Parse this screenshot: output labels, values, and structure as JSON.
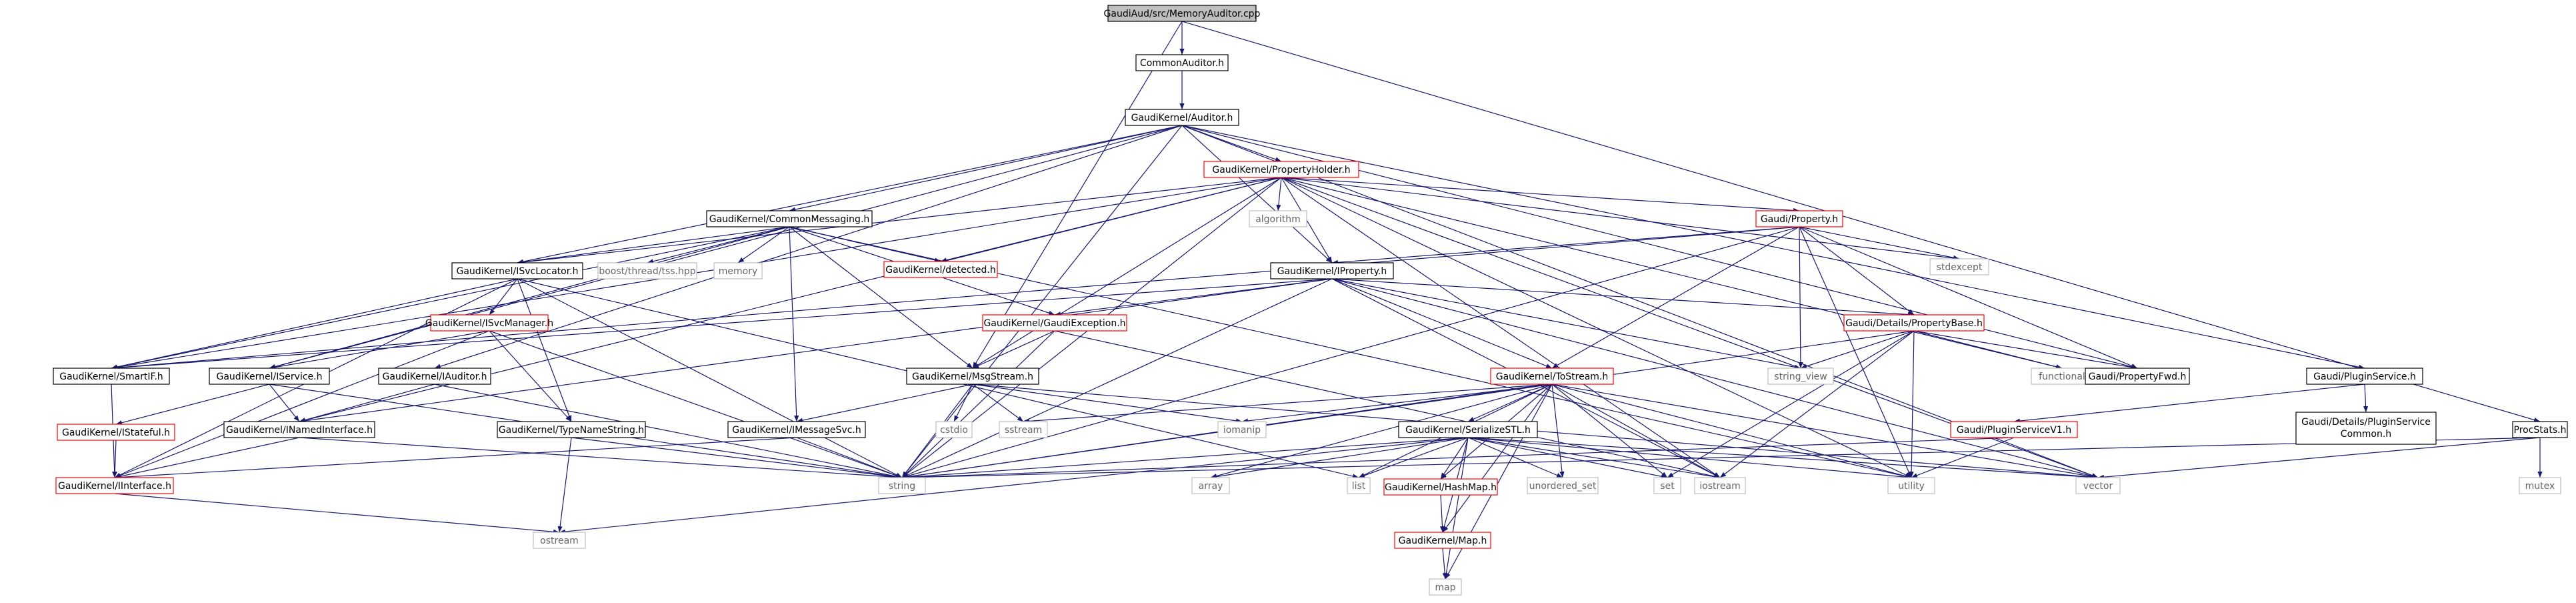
{
  "nodes": [
    {
      "id": "root",
      "label": "GaudiAud/src/MemoryAuditor.cpp",
      "kind": "root"
    },
    {
      "id": "commonauditor",
      "label": "CommonAuditor.h",
      "kind": "doc"
    },
    {
      "id": "auditor",
      "label": "GaudiKernel/Auditor.h",
      "kind": "doc"
    },
    {
      "id": "procstats",
      "label": "ProcStats.h",
      "kind": "doc"
    },
    {
      "id": "propertyholder",
      "label": "GaudiKernel/PropertyHolder.h",
      "kind": "trunc"
    },
    {
      "id": "commonmessaging",
      "label": "GaudiKernel/CommonMessaging.h",
      "kind": "doc"
    },
    {
      "id": "algorithm",
      "label": "algorithm",
      "kind": "sys"
    },
    {
      "id": "property",
      "label": "Gaudi/Property.h",
      "kind": "trunc"
    },
    {
      "id": "stdexcept",
      "label": "stdexcept",
      "kind": "sys"
    },
    {
      "id": "isvclocator",
      "label": "GaudiKernel/ISvcLocator.h",
      "kind": "doc"
    },
    {
      "id": "boostthread",
      "label": "boost/thread/tss.hpp",
      "kind": "sys"
    },
    {
      "id": "memory",
      "label": "memory",
      "kind": "sys"
    },
    {
      "id": "detected",
      "label": "GaudiKernel/detected.h",
      "kind": "trunc"
    },
    {
      "id": "iproperty",
      "label": "GaudiKernel/IProperty.h",
      "kind": "doc"
    },
    {
      "id": "isvcmanager",
      "label": "GaudiKernel/ISvcManager.h",
      "kind": "trunc"
    },
    {
      "id": "gaudiexception",
      "label": "GaudiKernel/GaudiException.h",
      "kind": "trunc"
    },
    {
      "id": "propertybase",
      "label": "Gaudi/Details/PropertyBase.h",
      "kind": "trunc"
    },
    {
      "id": "smartif",
      "label": "GaudiKernel/SmartIF.h",
      "kind": "doc"
    },
    {
      "id": "iservice",
      "label": "GaudiKernel/IService.h",
      "kind": "doc"
    },
    {
      "id": "iauditor",
      "label": "GaudiKernel/IAuditor.h",
      "kind": "doc"
    },
    {
      "id": "msgstream",
      "label": "GaudiKernel/MsgStream.h",
      "kind": "doc"
    },
    {
      "id": "tostream",
      "label": "GaudiKernel/ToStream.h",
      "kind": "trunc"
    },
    {
      "id": "stringview",
      "label": "string_view",
      "kind": "sys"
    },
    {
      "id": "functional",
      "label": "functional",
      "kind": "sys"
    },
    {
      "id": "propertyfwd",
      "label": "Gaudi/PropertyFwd.h",
      "kind": "doc"
    },
    {
      "id": "pluginservice",
      "label": "Gaudi/PluginService.h",
      "kind": "doc"
    },
    {
      "id": "istateful",
      "label": "GaudiKernel/IStateful.h",
      "kind": "trunc"
    },
    {
      "id": "inamedinterface",
      "label": "GaudiKernel/INamedInterface.h",
      "kind": "doc"
    },
    {
      "id": "typenamestring",
      "label": "GaudiKernel/TypeNameString.h",
      "kind": "doc"
    },
    {
      "id": "imessagesvc",
      "label": "GaudiKernel/IMessageSvc.h",
      "kind": "doc"
    },
    {
      "id": "cstdio",
      "label": "cstdio",
      "kind": "sys"
    },
    {
      "id": "sstream",
      "label": "sstream",
      "kind": "sys"
    },
    {
      "id": "iomanip",
      "label": "iomanip",
      "kind": "sys"
    },
    {
      "id": "serializestl",
      "label": "GaudiKernel/SerializeSTL.h",
      "kind": "doc"
    },
    {
      "id": "pluginservicev1",
      "label": "Gaudi/PluginServiceV1.h",
      "kind": "trunc"
    },
    {
      "id": "pluginservicecommon",
      "label": "Gaudi/Details/PluginService Common.h",
      "kind": "doc"
    },
    {
      "id": "interface",
      "label": "GaudiKernel/IInterface.h",
      "kind": "trunc"
    },
    {
      "id": "string",
      "label": "string",
      "kind": "sys"
    },
    {
      "id": "array",
      "label": "array",
      "kind": "sys"
    },
    {
      "id": "list",
      "label": "list",
      "kind": "sys"
    },
    {
      "id": "hashmap",
      "label": "GaudiKernel/HashMap.h",
      "kind": "trunc"
    },
    {
      "id": "unorderedset",
      "label": "unordered_set",
      "kind": "sys"
    },
    {
      "id": "set",
      "label": "set",
      "kind": "sys"
    },
    {
      "id": "iostream",
      "label": "iostream",
      "kind": "sys"
    },
    {
      "id": "utility",
      "label": "utility",
      "kind": "sys"
    },
    {
      "id": "vector",
      "label": "vector",
      "kind": "sys"
    },
    {
      "id": "mutex",
      "label": "mutex",
      "kind": "sys"
    },
    {
      "id": "ostream",
      "label": "ostream",
      "kind": "sys"
    },
    {
      "id": "mapheader",
      "label": "GaudiKernel/Map.h",
      "kind": "trunc"
    },
    {
      "id": "map",
      "label": "map",
      "kind": "sys"
    }
  ],
  "edges": [
    [
      "root",
      "commonauditor"
    ],
    [
      "root",
      "procstats"
    ],
    [
      "root",
      "msgstream"
    ],
    [
      "commonauditor",
      "auditor"
    ],
    [
      "auditor",
      "propertyholder"
    ],
    [
      "auditor",
      "commonmessaging"
    ],
    [
      "auditor",
      "isvclocator"
    ],
    [
      "auditor",
      "iproperty"
    ],
    [
      "auditor",
      "iservice"
    ],
    [
      "auditor",
      "iauditor"
    ],
    [
      "auditor",
      "propertyfwd"
    ],
    [
      "auditor",
      "pluginservice"
    ],
    [
      "auditor",
      "string"
    ],
    [
      "auditor",
      "vector"
    ],
    [
      "propertyholder",
      "algorithm"
    ],
    [
      "propertyholder",
      "property"
    ],
    [
      "propertyholder",
      "stdexcept"
    ],
    [
      "propertyholder",
      "isvclocator"
    ],
    [
      "propertyholder",
      "detected"
    ],
    [
      "propertyholder",
      "iproperty"
    ],
    [
      "propertyholder",
      "msgstream"
    ],
    [
      "propertyholder",
      "smartif"
    ],
    [
      "propertyholder",
      "inamedinterface"
    ],
    [
      "propertyholder",
      "functional"
    ],
    [
      "propertyholder",
      "iostream"
    ],
    [
      "propertyholder",
      "utility"
    ],
    [
      "propertyholder",
      "vector"
    ],
    [
      "propertyholder",
      "string"
    ],
    [
      "commonmessaging",
      "isvclocator"
    ],
    [
      "commonmessaging",
      "boostthread"
    ],
    [
      "commonmessaging",
      "memory"
    ],
    [
      "commonmessaging",
      "detected"
    ],
    [
      "commonmessaging",
      "msgstream"
    ],
    [
      "commonmessaging",
      "imessagesvc"
    ],
    [
      "commonmessaging",
      "iservice"
    ],
    [
      "commonmessaging",
      "smartif"
    ],
    [
      "commonmessaging",
      "utility"
    ],
    [
      "commonmessaging",
      "gaudiexception"
    ],
    [
      "property",
      "iproperty"
    ],
    [
      "property",
      "propertybase"
    ],
    [
      "property",
      "tostream"
    ],
    [
      "property",
      "stdexcept"
    ],
    [
      "property",
      "stringview"
    ],
    [
      "property",
      "propertyfwd"
    ],
    [
      "property",
      "smartif"
    ],
    [
      "property",
      "utility"
    ],
    [
      "property",
      "string"
    ],
    [
      "isvclocator",
      "isvcmanager"
    ],
    [
      "isvclocator",
      "typenamestring"
    ],
    [
      "isvclocator",
      "smartif"
    ],
    [
      "isvclocator",
      "interface"
    ],
    [
      "isvclocator",
      "string"
    ],
    [
      "isvclocator",
      "list"
    ],
    [
      "iproperty",
      "gaudiexception"
    ],
    [
      "iproperty",
      "propertybase"
    ],
    [
      "iproperty",
      "tostream"
    ],
    [
      "iproperty",
      "stringview"
    ],
    [
      "iproperty",
      "inamedinterface"
    ],
    [
      "iproperty",
      "iostream"
    ],
    [
      "iproperty",
      "vector"
    ],
    [
      "iproperty",
      "string"
    ],
    [
      "iproperty",
      "smartif"
    ],
    [
      "isvcmanager",
      "iservice"
    ],
    [
      "isvcmanager",
      "typenamestring"
    ],
    [
      "isvcmanager",
      "interface"
    ],
    [
      "isvcmanager",
      "string"
    ],
    [
      "gaudiexception",
      "msgstream"
    ],
    [
      "gaudiexception",
      "string"
    ],
    [
      "gaudiexception",
      "iostream"
    ],
    [
      "propertybase",
      "stringview"
    ],
    [
      "propertybase",
      "functional"
    ],
    [
      "propertybase",
      "propertyfwd"
    ],
    [
      "propertybase",
      "string"
    ],
    [
      "propertybase",
      "set"
    ],
    [
      "propertybase",
      "iostream"
    ],
    [
      "propertybase",
      "utility"
    ],
    [
      "smartif",
      "interface"
    ],
    [
      "iservice",
      "istateful"
    ],
    [
      "iservice",
      "inamedinterface"
    ],
    [
      "iservice",
      "string"
    ],
    [
      "iauditor",
      "inamedinterface"
    ],
    [
      "iauditor",
      "string"
    ],
    [
      "msgstream",
      "imessagesvc"
    ],
    [
      "msgstream",
      "cstdio"
    ],
    [
      "msgstream",
      "sstream"
    ],
    [
      "msgstream",
      "iomanip"
    ],
    [
      "msgstream",
      "string"
    ],
    [
      "msgstream",
      "vector"
    ],
    [
      "tostream",
      "serializestl"
    ],
    [
      "tostream",
      "sstream"
    ],
    [
      "tostream",
      "iomanip"
    ],
    [
      "tostream",
      "string"
    ],
    [
      "tostream",
      "array"
    ],
    [
      "tostream",
      "list"
    ],
    [
      "tostream",
      "hashmap"
    ],
    [
      "tostream",
      "unorderedset"
    ],
    [
      "tostream",
      "set"
    ],
    [
      "tostream",
      "iostream"
    ],
    [
      "tostream",
      "vector"
    ],
    [
      "tostream",
      "mapheader"
    ],
    [
      "tostream",
      "map"
    ],
    [
      "tostream",
      "utility"
    ],
    [
      "pluginservice",
      "pluginservicev1"
    ],
    [
      "pluginservice",
      "pluginservicecommon"
    ],
    [
      "istateful",
      "interface"
    ],
    [
      "inamedinterface",
      "interface"
    ],
    [
      "inamedinterface",
      "string"
    ],
    [
      "typenamestring",
      "ostream"
    ],
    [
      "typenamestring",
      "string"
    ],
    [
      "imessagesvc",
      "interface"
    ],
    [
      "imessagesvc",
      "string"
    ],
    [
      "serializestl",
      "array"
    ],
    [
      "serializestl",
      "list"
    ],
    [
      "serializestl",
      "hashmap"
    ],
    [
      "serializestl",
      "unorderedset"
    ],
    [
      "serializestl",
      "set"
    ],
    [
      "serializestl",
      "iostream"
    ],
    [
      "serializestl",
      "vector"
    ],
    [
      "serializestl",
      "mapheader"
    ],
    [
      "serializestl",
      "map"
    ],
    [
      "serializestl",
      "string"
    ],
    [
      "serializestl",
      "utility"
    ],
    [
      "serializestl",
      "ostream"
    ],
    [
      "pluginservicev1",
      "string"
    ],
    [
      "pluginservicev1",
      "utility"
    ],
    [
      "interface",
      "ostream"
    ],
    [
      "hashmap",
      "mapheader"
    ],
    [
      "mapheader",
      "map"
    ],
    [
      "procstats",
      "vector"
    ],
    [
      "procstats",
      "mutex"
    ],
    [
      "procstats",
      "string"
    ]
  ],
  "colors": {
    "edge": "#191970",
    "doc_border": "#000000",
    "trunc_border": "#ff0000",
    "sys_border": "#bfbfbf",
    "root_fill": "#bfbfbf",
    "node_fill": "#ffffff",
    "sys_text": "#666666"
  }
}
